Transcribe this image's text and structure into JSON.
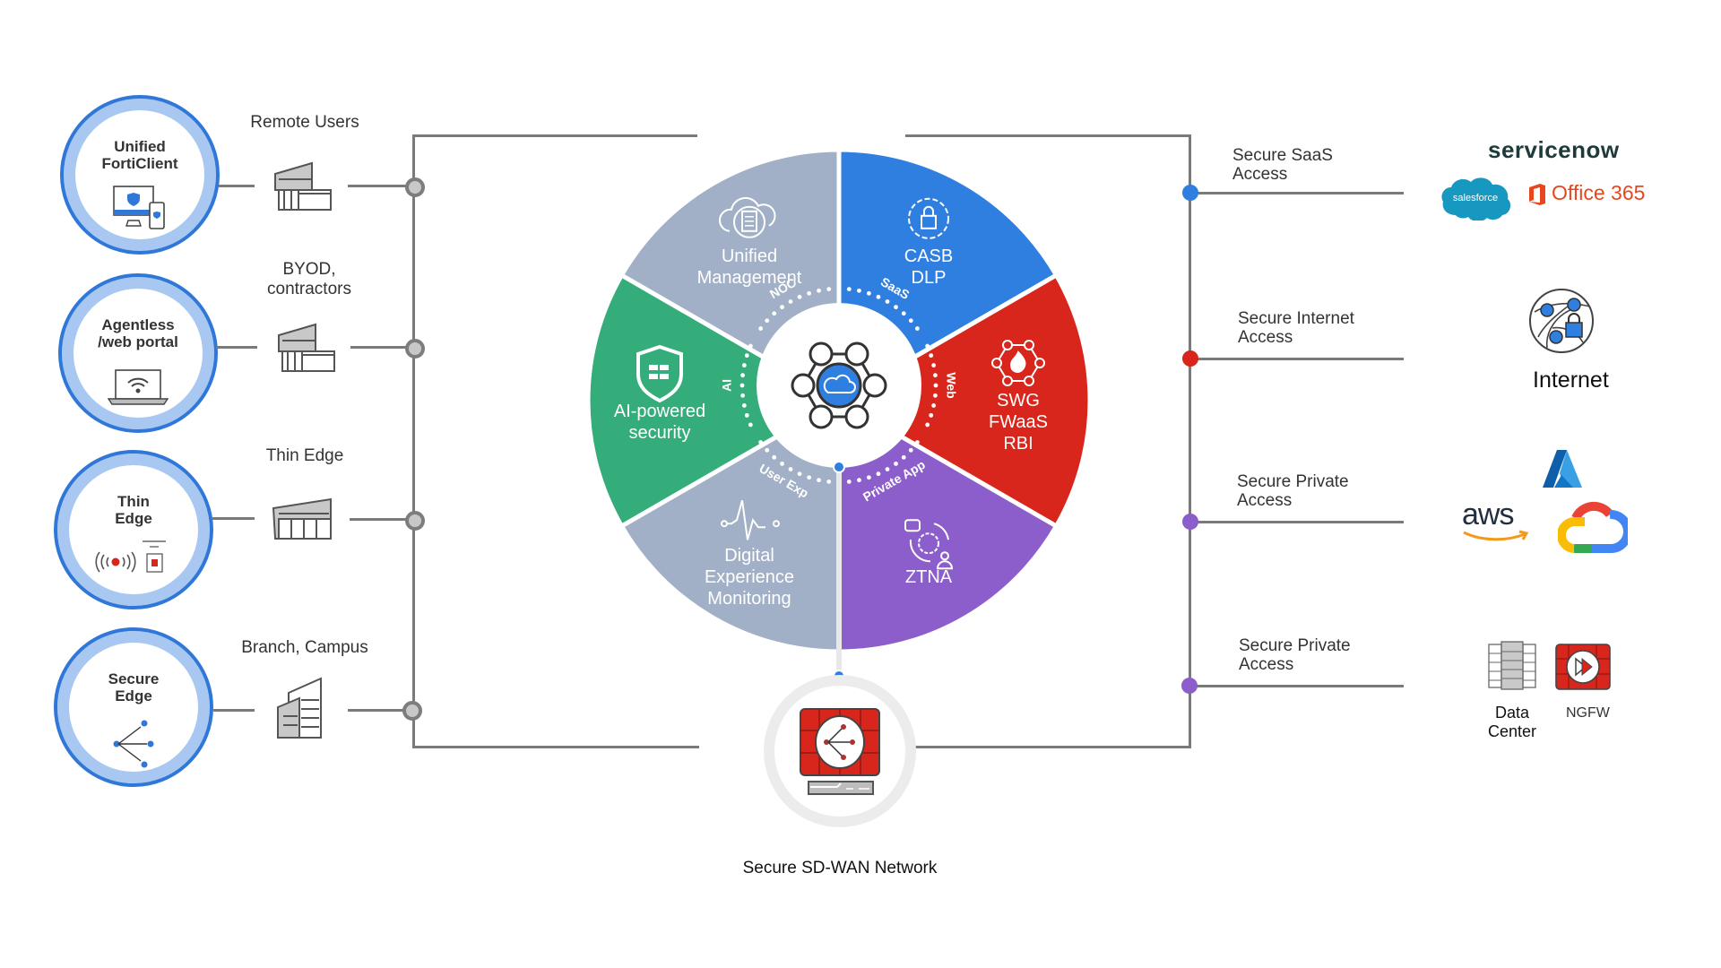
{
  "left_clients": [
    {
      "title": [
        "Unified",
        "FortiClient"
      ],
      "icon": "desktop-mobile-shield-icon",
      "site_label": [
        "Remote Users"
      ],
      "site_icon": "house-icon"
    },
    {
      "title": [
        "Agentless",
        "/web portal"
      ],
      "icon": "laptop-wifi-icon",
      "site_label": [
        "BYOD,",
        "contractors"
      ],
      "site_icon": "house-icon"
    },
    {
      "title": [
        "Thin",
        "Edge"
      ],
      "icon": "wireless-access-point-icon",
      "site_label": [
        "Thin Edge"
      ],
      "site_icon": "store-icon"
    },
    {
      "title": [
        "Secure",
        "Edge"
      ],
      "icon": "network-branch-icon",
      "site_label": [
        "Branch, Campus"
      ],
      "site_icon": "office-building-icon"
    }
  ],
  "wheel": {
    "segments": [
      {
        "name": "casb-dlp",
        "lines": [
          "CASB",
          "DLP"
        ],
        "ring_label": "SaaS",
        "color": "#2F7FE0",
        "icon": "gear-lock-icon"
      },
      {
        "name": "swg-fwaas-rbi",
        "lines": [
          "SWG",
          "FWaaS",
          "RBI"
        ],
        "ring_label": "Web",
        "color": "#D9261C",
        "icon": "network-fire-icon"
      },
      {
        "name": "ztna",
        "lines": [
          "ZTNA"
        ],
        "ring_label": "Private App",
        "color": "#8C5ECB",
        "icon": "gear-user-cycle-icon"
      },
      {
        "name": "digital-experience-monitoring",
        "lines": [
          "Digital",
          "Experience",
          "Monitoring"
        ],
        "ring_label": "User Exp",
        "color": "#A1B0C6",
        "icon": "heartbeat-icon"
      },
      {
        "name": "ai-powered-security",
        "lines": [
          "AI-powered",
          "security"
        ],
        "ring_label": "AI",
        "color": "#35AD7A",
        "icon": "shield-fortinet-icon"
      },
      {
        "name": "unified-management",
        "lines": [
          "Unified",
          "Management"
        ],
        "ring_label": "NOC",
        "color": "#A1B0C6",
        "icon": "cloud-clipboard-icon"
      }
    ],
    "center_icon": "cloud-hex-network-icon"
  },
  "sdwan": {
    "label": "Secure SD-WAN Network",
    "icon": "fortigate-sdwan-appliance-icon"
  },
  "right_access": [
    {
      "label": [
        "Secure SaaS",
        "Access"
      ],
      "dot_color": "#2F7FE0"
    },
    {
      "label": [
        "Secure Internet",
        "Access"
      ],
      "dot_color": "#D9261C"
    },
    {
      "label": [
        "Secure Private",
        "Access"
      ],
      "dot_color": "#8C5ECB"
    },
    {
      "label": [
        "Secure Private",
        "Access"
      ],
      "dot_color": "#8C5ECB"
    }
  ],
  "logos": {
    "servicenow": "servicenow",
    "salesforce": "salesforce",
    "office365": "Office 365",
    "internet": "Internet",
    "aws": "aws",
    "data_center": [
      "Data",
      "Center"
    ],
    "ngfw": "NGFW"
  },
  "colors": {
    "line": "#7A7A7A",
    "client_ring": "#2F77D8",
    "client_ring_light": "#A8C8F2",
    "accent_blue": "#2F7FE0",
    "accent_red": "#D9261C",
    "accent_purple": "#8C5ECB",
    "accent_green": "#35AD7A",
    "neutral_grey": "#A1B0C6"
  }
}
